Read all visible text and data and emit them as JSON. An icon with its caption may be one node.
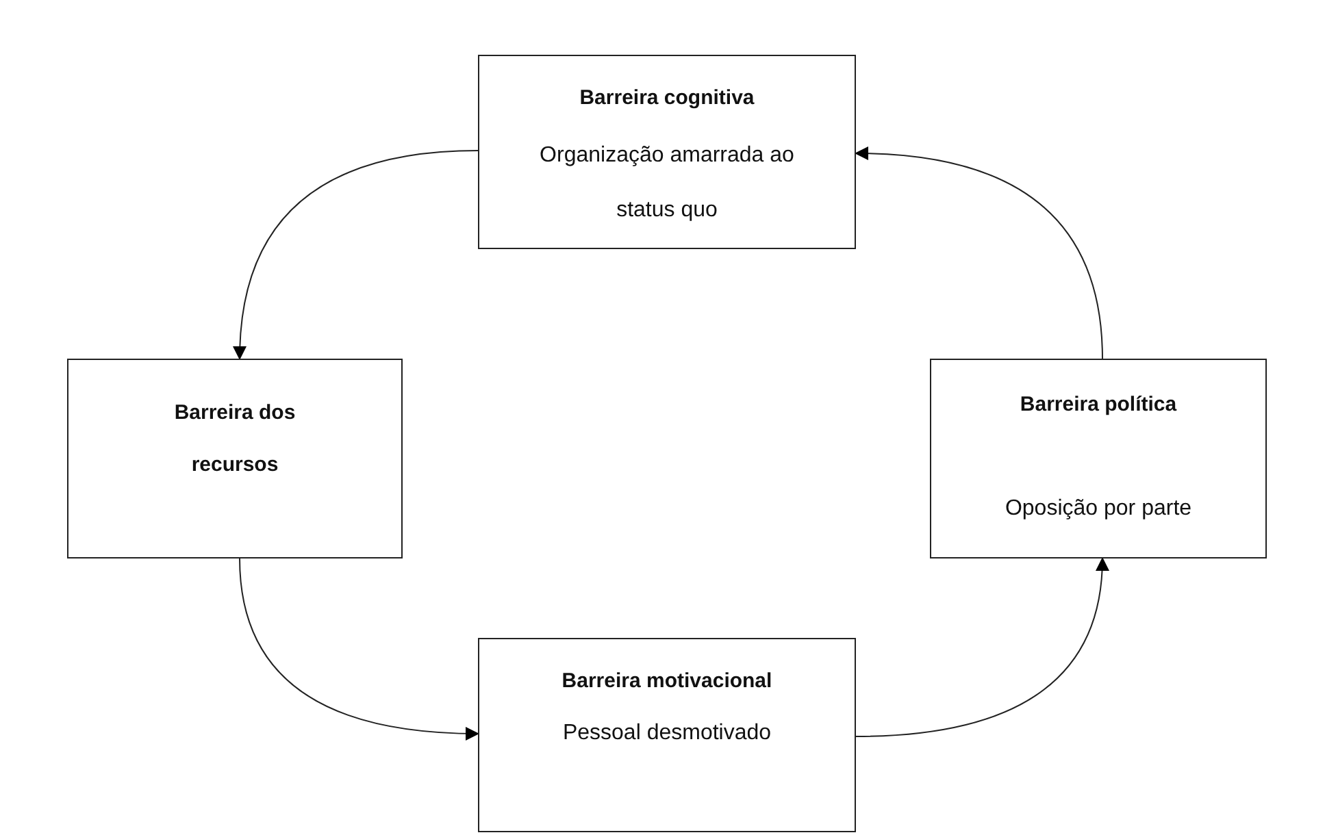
{
  "diagram": {
    "nodes": [
      {
        "text": [
          "Barreira cognitiva",
          "Organização amarrada ao status quo"
        ]
      },
      {
        "text": [
          "Barreira dos recursos"
        ]
      },
      {
        "text": [
          "Barreira política",
          "Oposição por parte"
        ]
      },
      {
        "text": [
          "Barreira motivacional",
          "Pessoal desmotivado"
        ]
      }
    ],
    "edges": [
      {
        "from": 0,
        "to": 1,
        "arrow": "to"
      },
      {
        "from": 1,
        "to": 3,
        "arrow": "to"
      },
      {
        "from": 3,
        "to": 2,
        "arrow": "to"
      },
      {
        "from": 2,
        "to": 0,
        "arrow": "to"
      }
    ]
  }
}
